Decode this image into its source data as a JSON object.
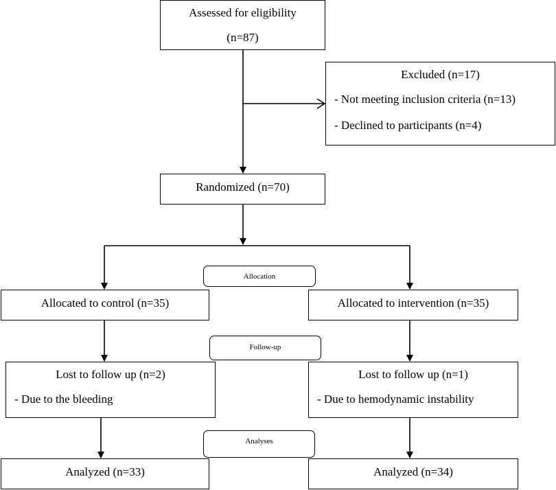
{
  "assessed": {
    "title": "Assessed for eligibility",
    "count": "(n=87)"
  },
  "excluded": {
    "title": "Excluded (n=17)",
    "reasons": [
      "- Not meeting inclusion criteria (n=13)",
      "- Declined to participants (n=4)"
    ]
  },
  "randomized": {
    "title": "Randomized (n=70)"
  },
  "stages": {
    "allocation": "Allocation",
    "follow_up": "Follow-up",
    "analyses": "Analyses"
  },
  "control": {
    "allocated": "Allocated to control (n=35)",
    "lost": "Lost to follow up (n=2)",
    "lost_reason": "- Due to the bleeding",
    "analyzed": "Analyzed (n=33)"
  },
  "intervention": {
    "allocated": "Allocated to intervention (n=35)",
    "lost": "Lost to follow up (n=1)",
    "lost_reason": "- Due to hemodynamic instability",
    "analyzed": "Analyzed (n=34)"
  }
}
